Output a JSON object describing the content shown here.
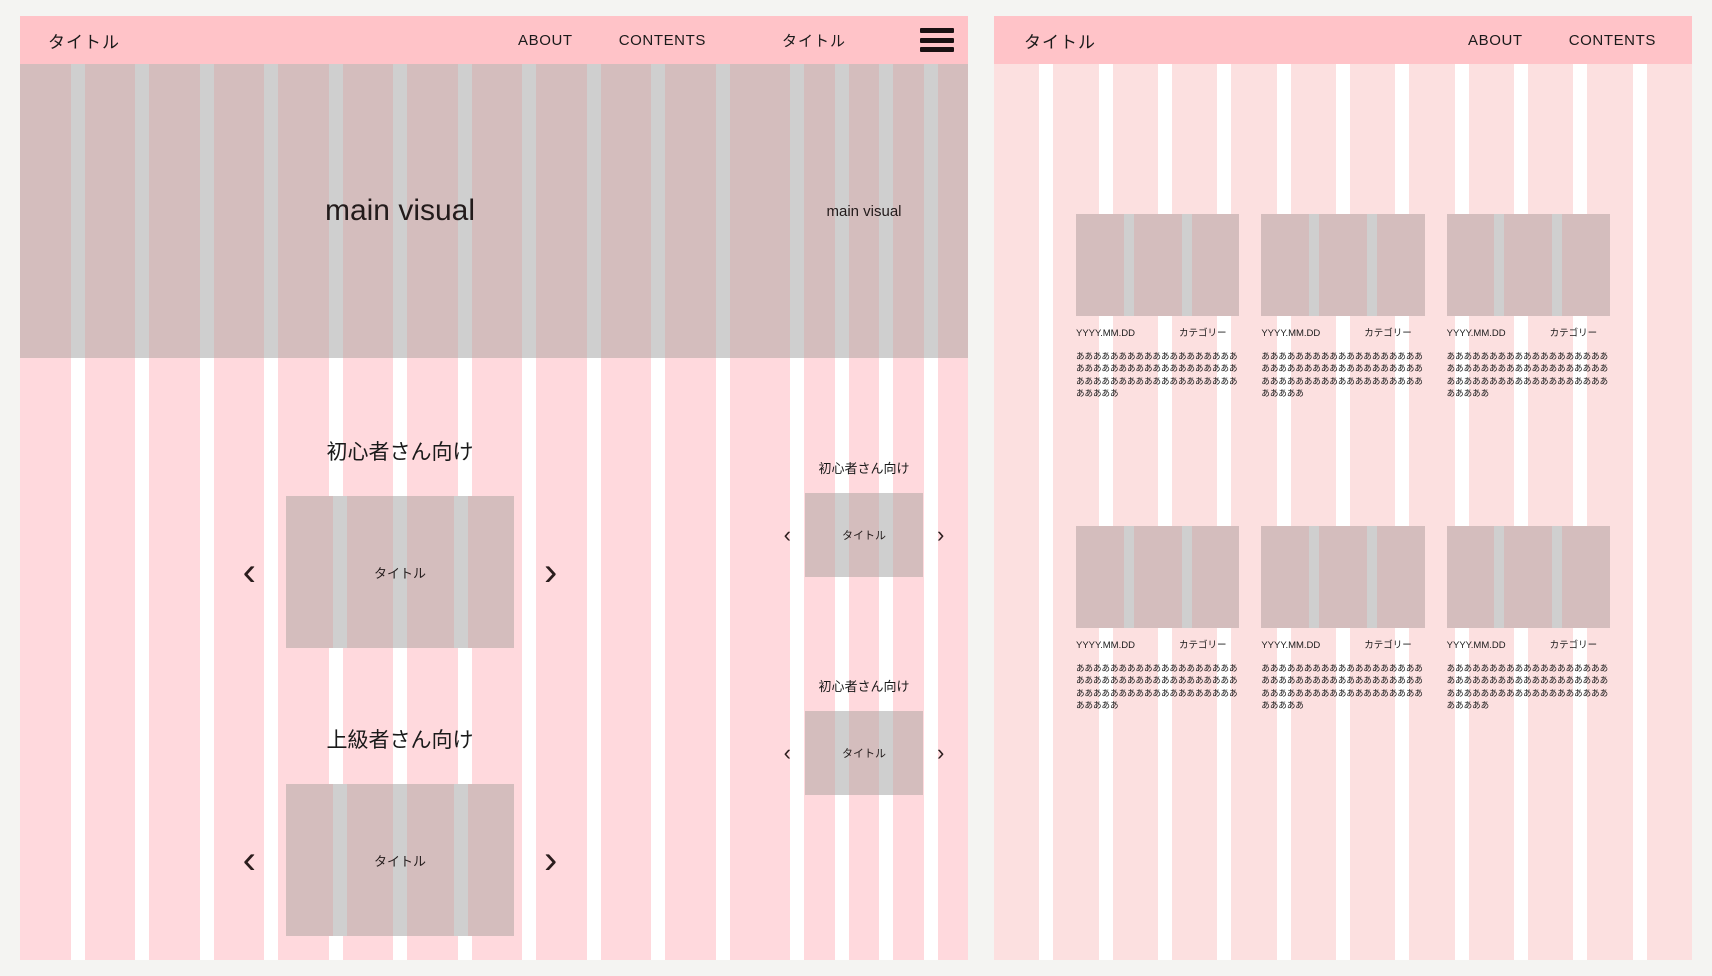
{
  "canvas": {
    "background": "#f4f4f2",
    "grid_color": "#ffd9dd",
    "grid_color_pale": "#fce0e0",
    "header_color": "#ffc3c8",
    "placeholder_color": "#d4bdbd",
    "gutter_color": "#cfcfcf"
  },
  "panels": {
    "desktop": {
      "header": {
        "brand": "タイトル",
        "nav": [
          {
            "label": "ABOUT"
          },
          {
            "label": "CONTENTS"
          }
        ]
      },
      "hero": {
        "label": "main visual"
      },
      "sections": [
        {
          "title": "初心者さん向け",
          "prev": "‹",
          "next": "›",
          "slide_label": "タイトル"
        },
        {
          "title": "上級者さん向け",
          "prev": "‹",
          "next": "›",
          "slide_label": "タイトル"
        }
      ]
    },
    "mobile": {
      "header": {
        "brand": "タイトル",
        "menu_icon": "hamburger-icon"
      },
      "hero": {
        "label": "main visual"
      },
      "sections": [
        {
          "title": "初心者さん向け",
          "prev": "‹",
          "next": "›",
          "slide_label": "タイトル"
        },
        {
          "title": "初心者さん向け",
          "prev": "‹",
          "next": "›",
          "slide_label": "タイトル"
        }
      ]
    },
    "contents": {
      "header": {
        "brand": "タイトル",
        "nav": [
          {
            "label": "ABOUT"
          },
          {
            "label": "CONTENTS"
          }
        ]
      },
      "card_rows": [
        {
          "cards": [
            {
              "date": "YYYY.MM.DD",
              "category": "カテゴリー",
              "body": "ああああああああああああああああああああああああああああああああああああああああああああああああああああああああああああああ"
            },
            {
              "date": "YYYY.MM.DD",
              "category": "カテゴリー",
              "body": "ああああああああああああああああああああああああああああああああああああああああああああああああああああああああああああああ"
            },
            {
              "date": "YYYY.MM.DD",
              "category": "カテゴリー",
              "body": "ああああああああああああああああああああああああああああああああああああああああああああああああああああああああああああああ"
            }
          ]
        },
        {
          "cards": [
            {
              "date": "YYYY.MM.DD",
              "category": "カテゴリー",
              "body": "ああああああああああああああああああああああああああああああああああああああああああああああああああああああああああああああ"
            },
            {
              "date": "YYYY.MM.DD",
              "category": "カテゴリー",
              "body": "ああああああああああああああああああああああああああああああああああああああああああああああああああああああああああああああ"
            },
            {
              "date": "YYYY.MM.DD",
              "category": "カテゴリー",
              "body": "ああああああああああああああああああああああああああああああああああああああああああああああああああああああああああああああ"
            }
          ]
        }
      ]
    }
  }
}
